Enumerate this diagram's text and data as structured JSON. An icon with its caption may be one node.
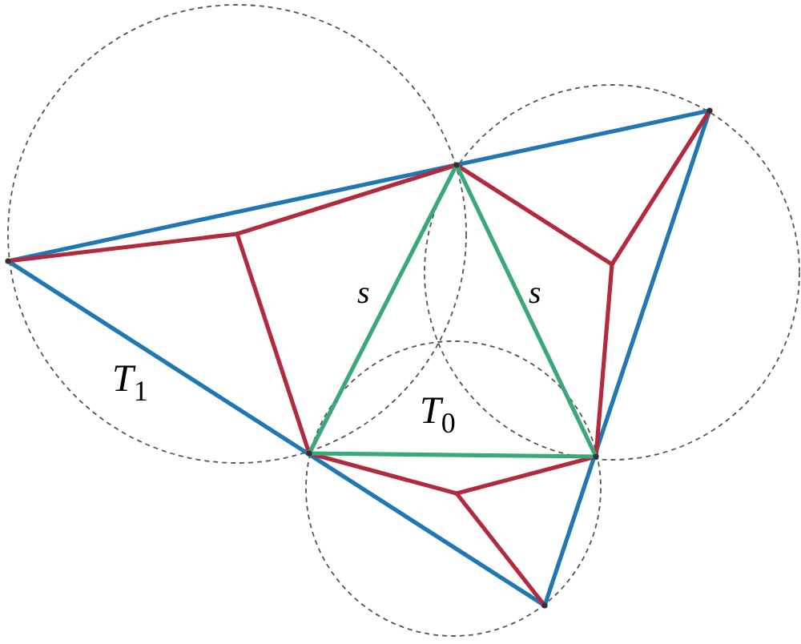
{
  "diagram": {
    "labels": [
      "s",
      "s",
      "*T*$_{1}$",
      "*T*$_{0}$"
    ]
  }
}
